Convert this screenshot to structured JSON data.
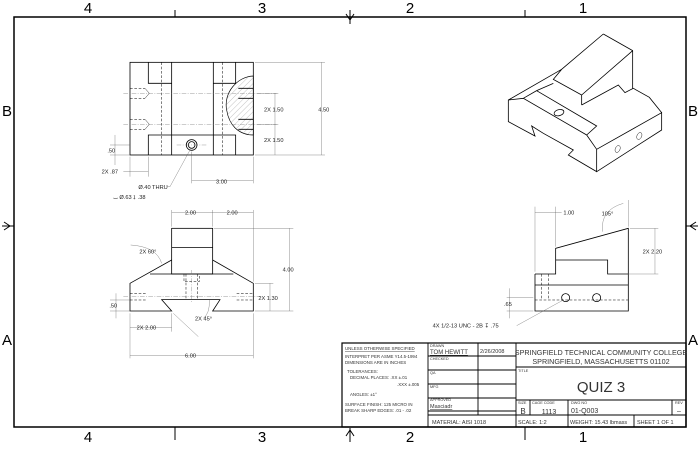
{
  "zones": {
    "top": [
      "4",
      "3",
      "2",
      "1"
    ],
    "bottom": [
      "4",
      "3",
      "2",
      "1"
    ],
    "left": [
      "B",
      "A"
    ],
    "right": [
      "B",
      "A"
    ]
  },
  "top_view": {
    "dim_overall_height": "4.50",
    "dim_hole_spacing_1": "2X 1.50",
    "dim_hole_spacing_2": "2X 1.50",
    "dim_edge": ".50",
    "dim_step": "2X .87",
    "dim_hole_x": "3.00",
    "note_hole": "Ø.40 THRU",
    "note_cbore": "⌴ Ø.63 ↧ .38"
  },
  "front_view": {
    "dim_half_1": "2.00",
    "dim_half_2": "2.00",
    "dim_height": "4.00",
    "dim_tap_height": "2X 1.30",
    "dim_edge": ".50",
    "dim_angle_60": "2X 60°",
    "dim_angle_45": "2X 45°",
    "dim_notch": "2X 2.00",
    "dim_width": "6.00"
  },
  "right_view": {
    "dim_step": "1.00",
    "dim_angle": "105°",
    "dim_height": "2X 2.20",
    "dim_hole": ".65",
    "note_thread": "4X 1/2-13 UNC - 2B ↧ .75"
  },
  "title_block": {
    "notes": {
      "header": "UNLESS OTHERWISE SPECIFIED",
      "interpret": "INTERPRET PER ASME Y14.5-1994",
      "units": "DIMENSIONS ARE IN INCHES",
      "tolerances": "TOLERANCES:",
      "decimal": "DECIMAL PLACES: .XX ±.01",
      "decimal3": ".XXX ±.005",
      "angles": "ANGLES: ±1°",
      "finish": "SURFACE FINISH: 125 MICRO IN",
      "edges": "BREAK SHARP EDGES: .01 - .02"
    },
    "drawn_label": "DRAWN",
    "drawn_by": "TOM HEWITT",
    "drawn_date": "2/26/2008",
    "checked_label": "CHECKED",
    "qa_label": "QA",
    "mfg_label": "MFG",
    "approved_label": "APPROVED",
    "approved_by": "Masciadr",
    "material": "MATERIAL: AISI 1018",
    "company": "SPRINGFIELD TECHNICAL COMMUNITY COLLEGE",
    "address": "SPRINGFIELD, MASSACHUSETTS 01102",
    "title_label": "TITLE",
    "title": "QUIZ 3",
    "size_label": "SIZE",
    "size": "B",
    "cage_label": "CAGE CODE",
    "cage": "1113",
    "dwg_label": "DWG NO",
    "dwg_no": "01-Q003",
    "rev_label": "REV",
    "rev": "–",
    "scale": "SCALE: 1:2",
    "weight": "WEIGHT: 15.43 lbmass",
    "sheet": "SHEET 1  OF 1"
  }
}
